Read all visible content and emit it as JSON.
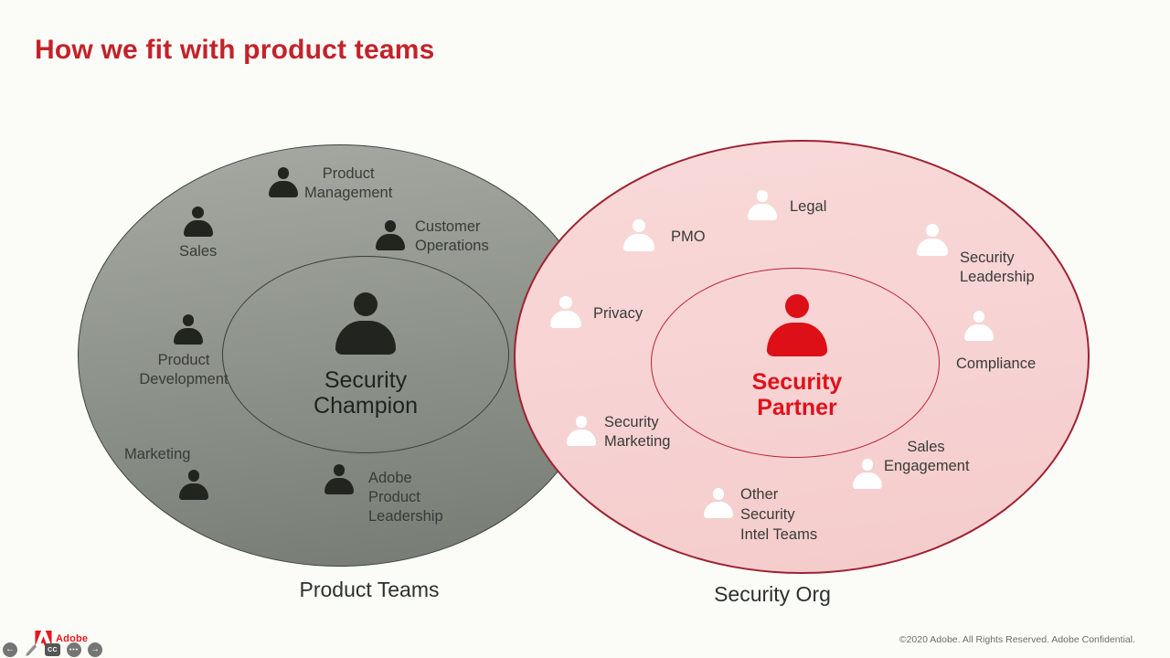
{
  "title": "How we fit with product teams",
  "diagram": {
    "product_teams": {
      "group_label": "Product Teams",
      "center": {
        "label": "Security\nChampion"
      },
      "members": [
        {
          "label": "Product\nManagement"
        },
        {
          "label": "Sales"
        },
        {
          "label": "Customer\nOperations"
        },
        {
          "label": "Product\nDevelopment"
        },
        {
          "label": "Marketing"
        },
        {
          "label": "Adobe\nProduct\nLeadership"
        }
      ]
    },
    "security_org": {
      "group_label": "Security Org",
      "center": {
        "label": "Security\nPartner"
      },
      "members": [
        {
          "label": "Legal"
        },
        {
          "label": "PMO"
        },
        {
          "label": "Security\nLeadership"
        },
        {
          "label": "Privacy"
        },
        {
          "label": "Compliance"
        },
        {
          "label": "Security\nMarketing"
        },
        {
          "label": "Sales\nEngagement"
        },
        {
          "label": "Other\nSecurity\nIntel Teams"
        }
      ]
    }
  },
  "footer": {
    "brand_text": "Adobe",
    "copyright": "©2020 Adobe. All Rights Reserved. Adobe Confidential.",
    "controls": {
      "prev_glyph": "←",
      "next_glyph": "→",
      "cc_label": "CC",
      "more_glyph": "•••"
    }
  },
  "colors": {
    "background": "#fbfcf8",
    "title_red": "#c3222a",
    "gray_ellipse_fill": "#8b9089",
    "gray_ellipse_border": "#41443e",
    "pink_ellipse_fill": "#f7d2d2",
    "pink_ellipse_border": "#9e2233",
    "dark_person": "#22251f",
    "white_person": "#ffffff",
    "red_person": "#dd0f17",
    "partner_text_red": "#e0111b",
    "adobe_logo_red": "#e6171f",
    "label_ink": "#383b37"
  },
  "icons": {
    "person-icon": "head-and-shoulders css shape",
    "prev-icon": "circled left arrow",
    "next-icon": "circled right arrow",
    "edit-icon": "pencil",
    "cc-icon": "closed captions badge",
    "more-icon": "ellipsis",
    "adobe-logo-icon": "Adobe A mark"
  }
}
